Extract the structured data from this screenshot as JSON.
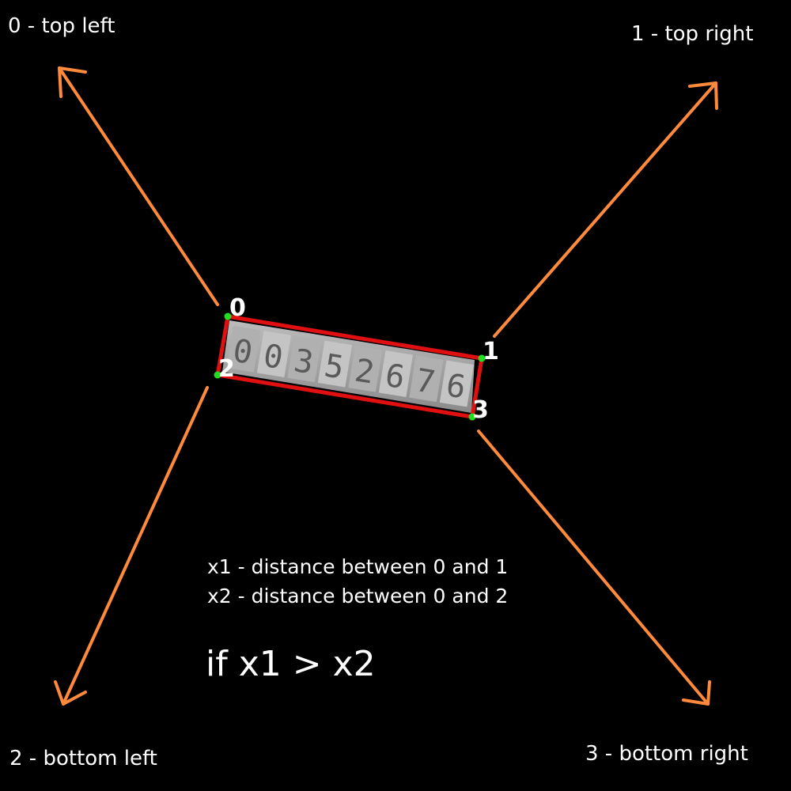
{
  "colors": {
    "background": "#000000",
    "arrow": "#ff8a3c",
    "box": "#e01010",
    "point": "#22dd22",
    "text": "#ffffff"
  },
  "corners": {
    "top_left": "0 - top left",
    "top_right": "1 - top right",
    "bottom_left": "2 - bottom left",
    "bottom_right": "3 - bottom right"
  },
  "point_labels": {
    "p0": "0",
    "p1": "1",
    "p2": "2",
    "p3": "3"
  },
  "plate_digits": [
    "0",
    "0",
    "3",
    "5",
    "2",
    "6",
    "7",
    "6"
  ],
  "notes": {
    "x1": "x1 - distance between 0 and 1",
    "x2": "x2 - distance between 0 and 2",
    "condition": "if x1 > x2"
  },
  "icons": {
    "arrows": "double-headed-arrow",
    "points": "green-dot"
  }
}
